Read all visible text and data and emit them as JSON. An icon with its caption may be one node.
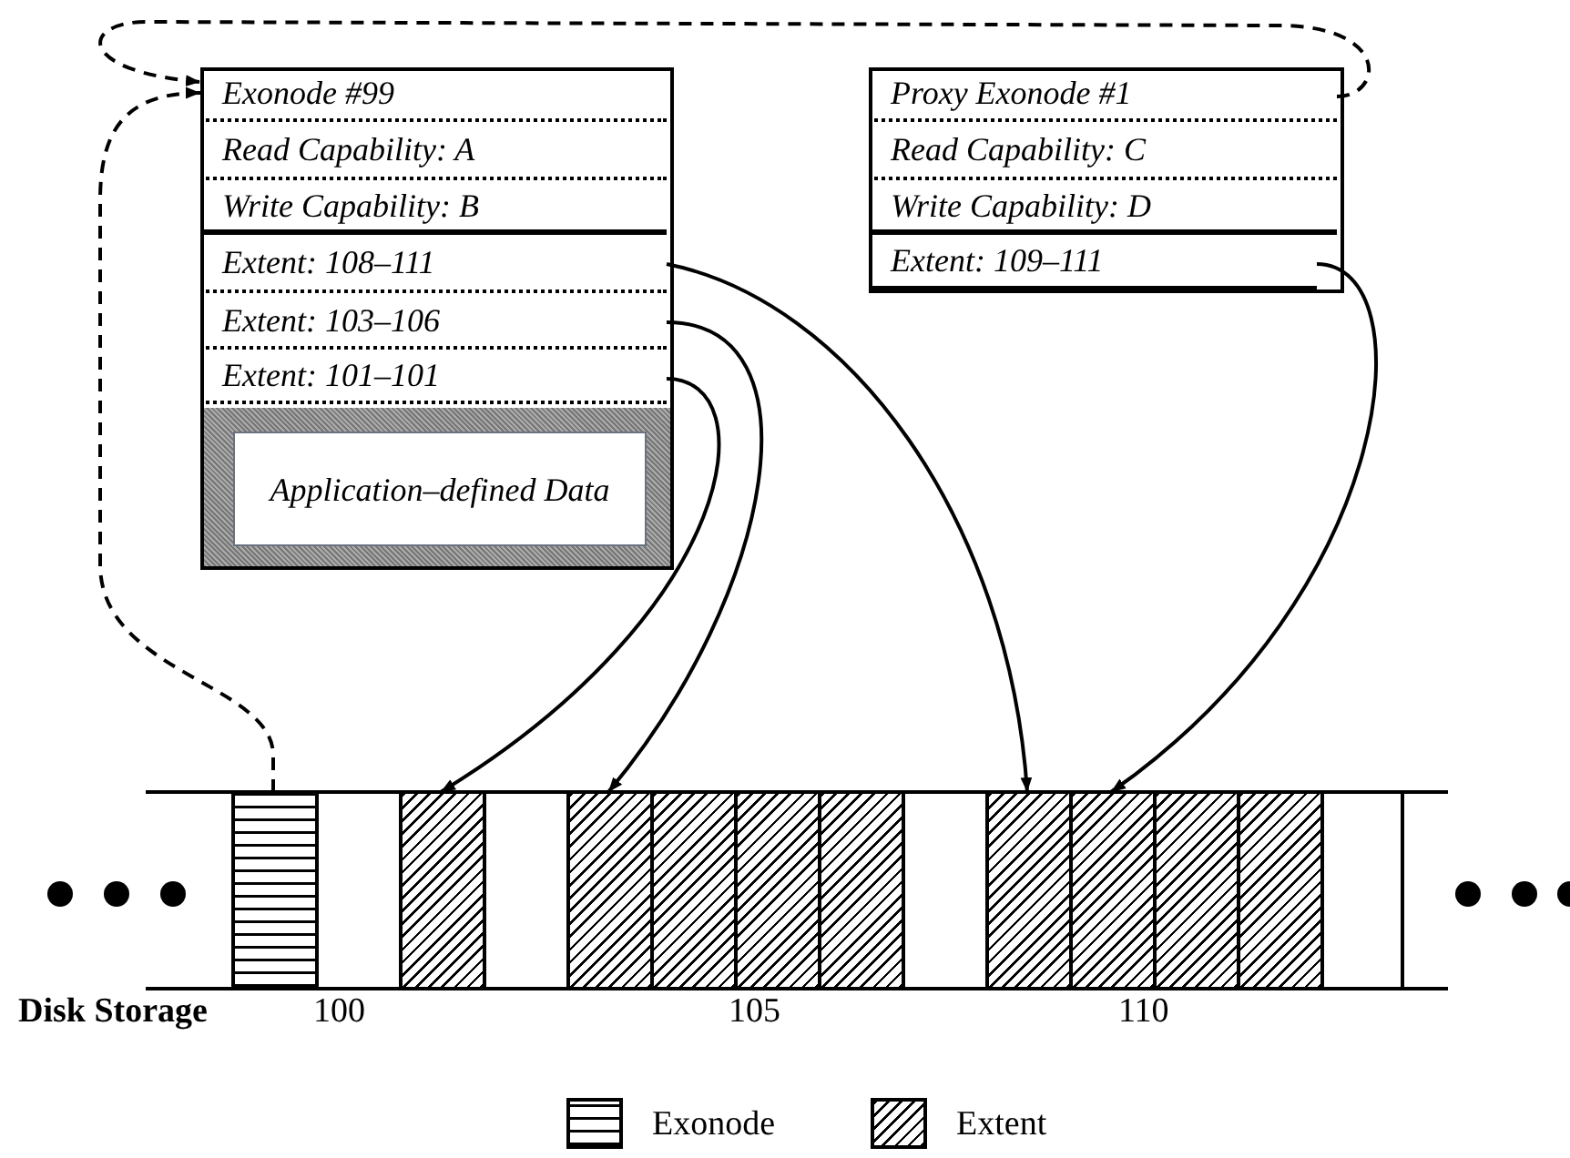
{
  "diagram": {
    "nodes": [
      {
        "text": [],
        "shape": "box"
      },
      {
        "text": [
          "Exonode #99"
        ],
        "in": 0
      },
      {
        "text": [
          "Read Capability: A"
        ],
        "in": 0
      },
      {
        "text": [
          "Write Capability: B"
        ],
        "in": 0
      },
      {
        "text": [
          "Extent: 108–111"
        ],
        "in": 0
      },
      {
        "text": [
          "Extent: 103–106"
        ],
        "in": 0
      },
      {
        "text": [
          "Extent: 101–101"
        ],
        "in": 0
      },
      {
        "text": [
          "Application–defined Data"
        ],
        "in": 0
      },
      {
        "text": [],
        "shape": "box"
      },
      {
        "text": [
          "Proxy Exonode #1"
        ],
        "in": 8
      },
      {
        "text": [
          "Read Capability: C"
        ],
        "in": 8
      },
      {
        "text": [
          "Write Capability: D"
        ],
        "in": 8
      },
      {
        "text": [
          "Extent: 109–111"
        ],
        "in": 8
      },
      {
        "text": [],
        "shape": "bar"
      },
      {
        "text": [],
        "shape": "bar"
      },
      {
        "text": [],
        "shape": "bar"
      },
      {
        "text": [],
        "shape": "bar"
      },
      {
        "text": [],
        "shape": "bar"
      },
      {
        "text": [],
        "shape": "bar"
      },
      {
        "text": [],
        "shape": "bar"
      },
      {
        "text": [],
        "shape": "bar"
      },
      {
        "text": [],
        "shape": "bar"
      },
      {
        "text": [],
        "shape": "bar"
      },
      {
        "text": [],
        "shape": "bar"
      },
      {
        "text": [],
        "shape": "bar"
      },
      {
        "text": [],
        "shape": "bar"
      },
      {
        "text": [],
        "shape": "bar"
      }
    ],
    "edges": [
      {
        "from": 13,
        "to": 1,
        "arrow": "to",
        "style": "dashed"
      },
      {
        "from": 9,
        "to": 1,
        "arrow": "to",
        "style": "dashed"
      },
      {
        "from": 4,
        "to": 22,
        "arrow": "to"
      },
      {
        "from": 5,
        "to": 17,
        "arrow": "to"
      },
      {
        "from": 6,
        "to": 15,
        "arrow": "to"
      },
      {
        "from": 12,
        "to": 23,
        "arrow": "to"
      }
    ],
    "labels": [
      "Disk Storage",
      "100",
      "105",
      "110"
    ],
    "legend": [
      {
        "text": "Exonode"
      },
      {
        "text": "Extent"
      }
    ]
  }
}
